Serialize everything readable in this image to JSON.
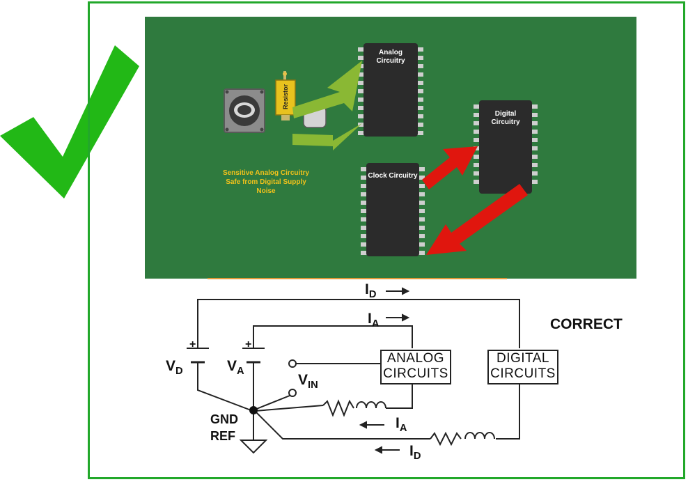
{
  "board": {
    "chips": {
      "analog": "Analog Circuitry",
      "digital": "Digital Circuitry",
      "clock": "Clock Circuitry"
    },
    "resistor_label": "Resistor",
    "note_line1": "Sensitive Analog Circuitry",
    "note_line2": "Safe from Digital Supply",
    "note_line3": "Noise"
  },
  "schematic": {
    "title": "CORRECT",
    "current_d": "I",
    "current_d_sub": "D",
    "current_a": "I",
    "current_a_sub": "A",
    "vd": "V",
    "vd_sub": "D",
    "va": "V",
    "va_sub": "A",
    "vin": "V",
    "vin_sub": "IN",
    "plus": "+",
    "gnd_line1": "GND",
    "gnd_line2": "REF",
    "analog_box_line1": "ANALOG",
    "analog_box_line2": "CIRCUITS",
    "digital_box_line1": "DIGITAL",
    "digital_box_line2": "CIRCUITS"
  },
  "colors": {
    "check": "#22b816",
    "frame": "#22a82a",
    "pcb": "#2f7a3e",
    "green_arrow": "#8ab834",
    "red_arrow": "#e0160e",
    "note_text": "#f2c21b"
  },
  "icons": [
    "checkmark-icon",
    "potentiometer-icon",
    "resistor-icon",
    "green-arrow-icon",
    "red-arrow-icon"
  ]
}
